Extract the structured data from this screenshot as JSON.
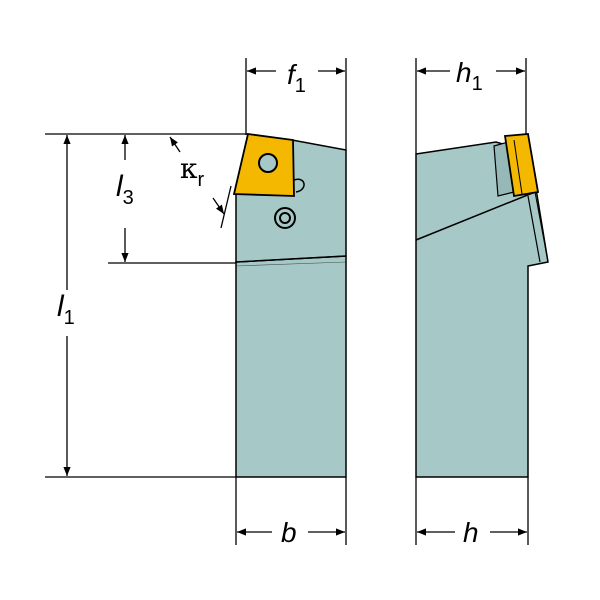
{
  "colors": {
    "body": "#a6c8c6",
    "body_shade": "#96b9b7",
    "insert": "#f5b800",
    "outline": "#000000",
    "background": "#ffffff"
  },
  "labels": {
    "f1_main": "f",
    "f1_sub": "1",
    "h1_main": "h",
    "h1_sub": "1",
    "l1_main": "l",
    "l1_sub": "1",
    "l3_main": "l",
    "l3_sub": "3",
    "kr_main": "κ",
    "kr_sub": "r",
    "b": "b",
    "h": "h"
  }
}
